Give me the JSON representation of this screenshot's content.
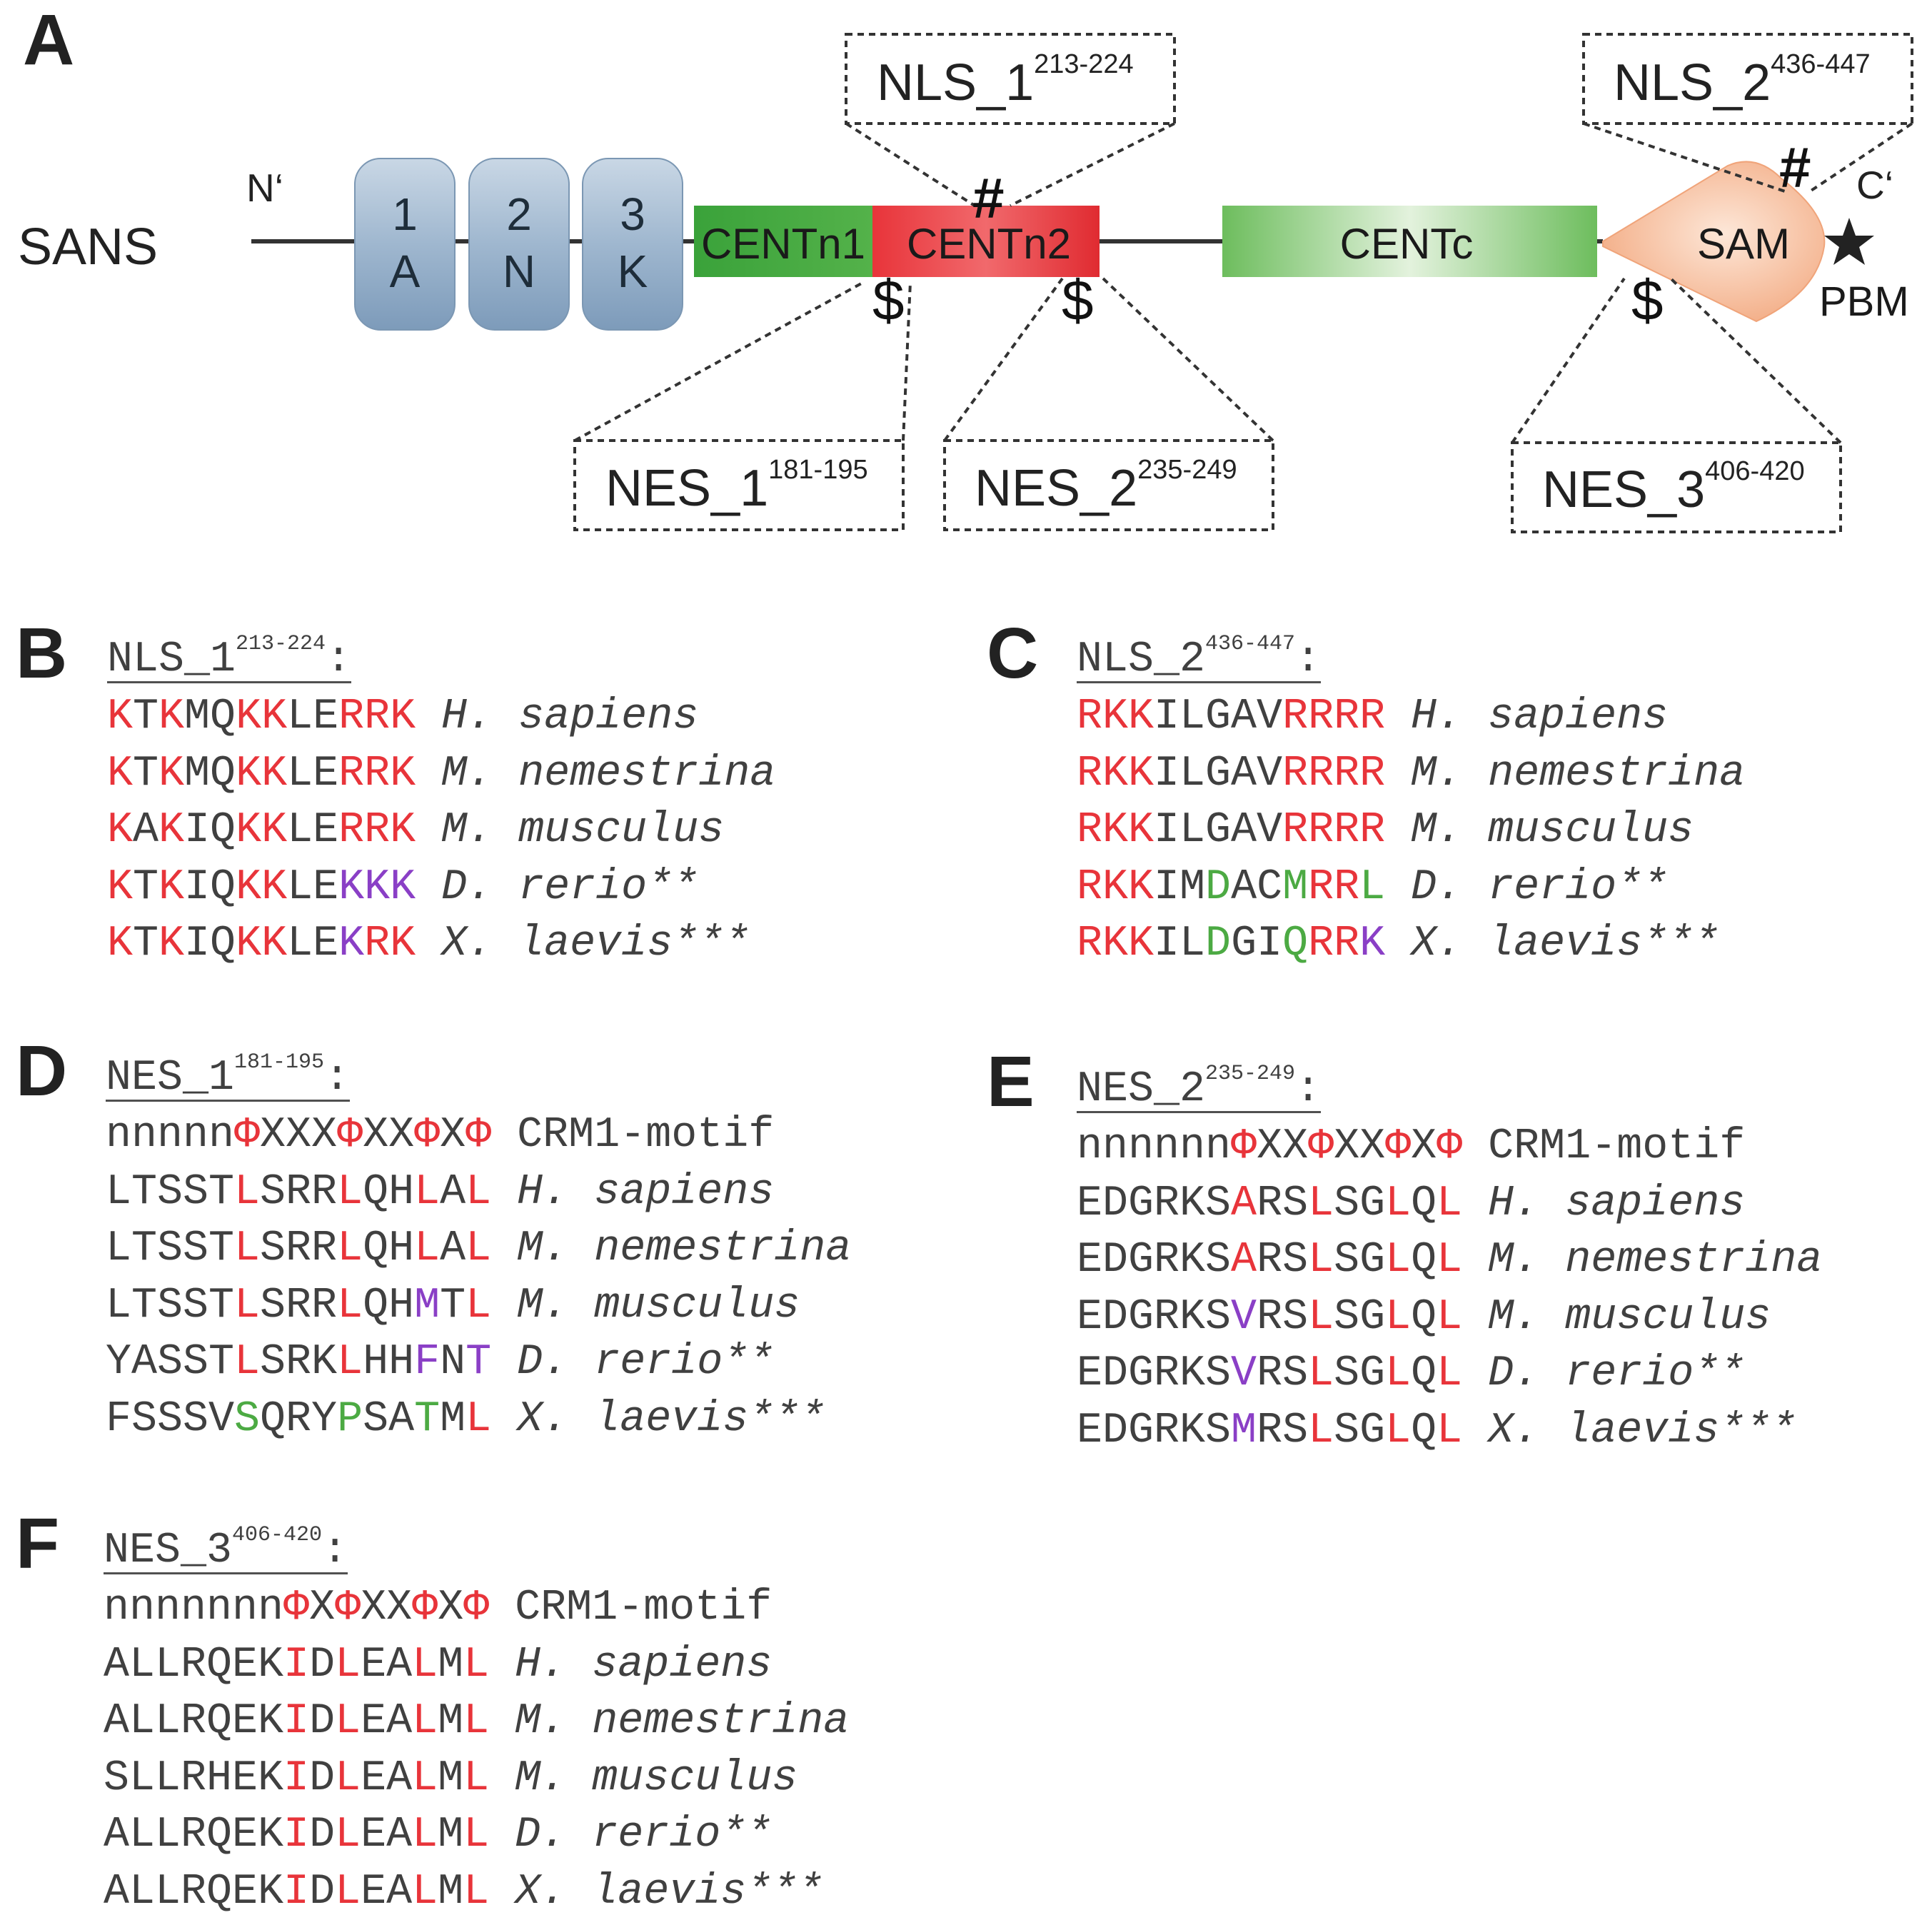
{
  "panelA": {
    "letter": "A",
    "protein_name": "SANS",
    "n_term": "N‘",
    "c_term": "C‘",
    "ankyrin": [
      {
        "num": "1",
        "letter": "A"
      },
      {
        "num": "2",
        "letter": "N"
      },
      {
        "num": "3",
        "letter": "K"
      }
    ],
    "centn1": "CENTn1",
    "centn2": "CENTn2",
    "centc": "CENTc",
    "sam": "SAM",
    "pbm": "PBM",
    "hash": "#",
    "dollar": "$",
    "callouts": {
      "nls1": {
        "name": "NLS_1",
        "range": "213-224"
      },
      "nls2": {
        "name": "NLS_2",
        "range": "436-447"
      },
      "nes1": {
        "name": "NES_1",
        "range": "181-195"
      },
      "nes2": {
        "name": "NES_2",
        "range": "235-249"
      },
      "nes3": {
        "name": "NES_3",
        "range": "406-420"
      }
    },
    "colors": {
      "ank": "#8aa6c1",
      "centn1": "#3ea53a",
      "centn2": "#e8343a",
      "centc": "#7cc46a",
      "sam": "#f5b48f"
    }
  },
  "panels": [
    {
      "id": "B",
      "letter": "B",
      "title": "NLS_1",
      "range": "213-224",
      "rows": [
        {
          "seq": [
            [
              "r",
              "K"
            ],
            [
              "k",
              "T"
            ],
            [
              "r",
              "K"
            ],
            [
              "k",
              "MQ"
            ],
            [
              "r",
              "KK"
            ],
            [
              "k",
              "LE"
            ],
            [
              "r",
              "RRK"
            ]
          ],
          "org": "H. sapiens"
        },
        {
          "seq": [
            [
              "r",
              "K"
            ],
            [
              "k",
              "T"
            ],
            [
              "r",
              "K"
            ],
            [
              "k",
              "MQ"
            ],
            [
              "r",
              "KK"
            ],
            [
              "k",
              "LE"
            ],
            [
              "r",
              "RRK"
            ]
          ],
          "org": "M. nemestrina"
        },
        {
          "seq": [
            [
              "r",
              "K"
            ],
            [
              "k",
              "A"
            ],
            [
              "r",
              "K"
            ],
            [
              "k",
              "IQ"
            ],
            [
              "r",
              "KK"
            ],
            [
              "k",
              "LE"
            ],
            [
              "r",
              "RRK"
            ]
          ],
          "org": "M. musculus"
        },
        {
          "seq": [
            [
              "r",
              "K"
            ],
            [
              "k",
              "T"
            ],
            [
              "r",
              "K"
            ],
            [
              "k",
              "IQ"
            ],
            [
              "r",
              "KK"
            ],
            [
              "k",
              "LE"
            ],
            [
              "p",
              "KKK"
            ]
          ],
          "org": "D. rerio**"
        },
        {
          "seq": [
            [
              "r",
              "K"
            ],
            [
              "k",
              "T"
            ],
            [
              "r",
              "K"
            ],
            [
              "k",
              "IQ"
            ],
            [
              "r",
              "KK"
            ],
            [
              "k",
              "LE"
            ],
            [
              "p",
              "K"
            ],
            [
              "r",
              "RK"
            ]
          ],
          "org": "X. laevis***"
        }
      ]
    },
    {
      "id": "C",
      "letter": "C",
      "title": "NLS_2",
      "range": "436-447",
      "rows": [
        {
          "seq": [
            [
              "r",
              "RKK"
            ],
            [
              "k",
              "ILGAV"
            ],
            [
              "r",
              "RRRR"
            ]
          ],
          "org": "H. sapiens"
        },
        {
          "seq": [
            [
              "r",
              "RKK"
            ],
            [
              "k",
              "ILGAV"
            ],
            [
              "r",
              "RRRR"
            ]
          ],
          "org": "M. nemestrina"
        },
        {
          "seq": [
            [
              "r",
              "RKK"
            ],
            [
              "k",
              "ILGAV"
            ],
            [
              "r",
              "RRRR"
            ]
          ],
          "org": "M. musculus"
        },
        {
          "seq": [
            [
              "r",
              "RKK"
            ],
            [
              "k",
              "IM"
            ],
            [
              "g",
              "D"
            ],
            [
              "k",
              "AC"
            ],
            [
              "g",
              "M"
            ],
            [
              "r",
              "RR"
            ],
            [
              "g",
              "L"
            ]
          ],
          "org": "D. rerio**"
        },
        {
          "seq": [
            [
              "r",
              "RKK"
            ],
            [
              "k",
              "IL"
            ],
            [
              "g",
              "D"
            ],
            [
              "k",
              "GI"
            ],
            [
              "g",
              "Q"
            ],
            [
              "r",
              "RR"
            ],
            [
              "p",
              "K"
            ]
          ],
          "org": "X. laevis***"
        }
      ]
    },
    {
      "id": "D",
      "letter": "D",
      "title": "NES_1",
      "range": "181-195",
      "rows": [
        {
          "seq": [
            [
              "k",
              "nnnnn"
            ],
            [
              "r",
              "Φ"
            ],
            [
              "k",
              "XXX"
            ],
            [
              "r",
              "Φ"
            ],
            [
              "k",
              "XX"
            ],
            [
              "r",
              "Φ"
            ],
            [
              "k",
              "X"
            ],
            [
              "r",
              "Φ"
            ]
          ],
          "org": "CRM1-motif",
          "plain": true
        },
        {
          "seq": [
            [
              "k",
              "LTSST"
            ],
            [
              "r",
              "L"
            ],
            [
              "k",
              "SRR"
            ],
            [
              "r",
              "L"
            ],
            [
              "k",
              "QH"
            ],
            [
              "r",
              "L"
            ],
            [
              "k",
              "A"
            ],
            [
              "r",
              "L"
            ]
          ],
          "org": "H. sapiens"
        },
        {
          "seq": [
            [
              "k",
              "LTSST"
            ],
            [
              "r",
              "L"
            ],
            [
              "k",
              "SRR"
            ],
            [
              "r",
              "L"
            ],
            [
              "k",
              "QH"
            ],
            [
              "r",
              "L"
            ],
            [
              "k",
              "A"
            ],
            [
              "r",
              "L"
            ]
          ],
          "org": "M. nemestrina"
        },
        {
          "seq": [
            [
              "k",
              "LTSST"
            ],
            [
              "r",
              "L"
            ],
            [
              "k",
              "SRR"
            ],
            [
              "r",
              "L"
            ],
            [
              "k",
              "QH"
            ],
            [
              "p",
              "M"
            ],
            [
              "k",
              "T"
            ],
            [
              "r",
              "L"
            ]
          ],
          "org": "M. musculus"
        },
        {
          "seq": [
            [
              "k",
              "YASST"
            ],
            [
              "r",
              "L"
            ],
            [
              "k",
              "SRK"
            ],
            [
              "r",
              "L"
            ],
            [
              "k",
              "HH"
            ],
            [
              "p",
              "F"
            ],
            [
              "k",
              "N"
            ],
            [
              "p",
              "T"
            ]
          ],
          "org": "D. rerio**"
        },
        {
          "seq": [
            [
              "k",
              "FSSSV"
            ],
            [
              "g",
              "S"
            ],
            [
              "k",
              "QRY"
            ],
            [
              "g",
              "P"
            ],
            [
              "k",
              "SA"
            ],
            [
              "g",
              "T"
            ],
            [
              "k",
              "M"
            ],
            [
              "r",
              "L"
            ]
          ],
          "org": "X. laevis***"
        }
      ]
    },
    {
      "id": "E",
      "letter": "E",
      "title": "NES_2",
      "range": "235-249",
      "rows": [
        {
          "seq": [
            [
              "k",
              "nnnnnn"
            ],
            [
              "r",
              "Φ"
            ],
            [
              "k",
              "XX"
            ],
            [
              "r",
              "Φ"
            ],
            [
              "k",
              "XX"
            ],
            [
              "r",
              "Φ"
            ],
            [
              "k",
              "X"
            ],
            [
              "r",
              "Φ"
            ]
          ],
          "org": "CRM1-motif",
          "plain": true
        },
        {
          "seq": [
            [
              "k",
              "EDGRKS"
            ],
            [
              "r",
              "A"
            ],
            [
              "k",
              "RS"
            ],
            [
              "r",
              "L"
            ],
            [
              "k",
              "SG"
            ],
            [
              "r",
              "L"
            ],
            [
              "k",
              "Q"
            ],
            [
              "r",
              "L"
            ]
          ],
          "org": "H. sapiens"
        },
        {
          "seq": [
            [
              "k",
              "EDGRKS"
            ],
            [
              "r",
              "A"
            ],
            [
              "k",
              "RS"
            ],
            [
              "r",
              "L"
            ],
            [
              "k",
              "SG"
            ],
            [
              "r",
              "L"
            ],
            [
              "k",
              "Q"
            ],
            [
              "r",
              "L"
            ]
          ],
          "org": "M. nemestrina"
        },
        {
          "seq": [
            [
              "k",
              "EDGRKS"
            ],
            [
              "p",
              "V"
            ],
            [
              "k",
              "RS"
            ],
            [
              "r",
              "L"
            ],
            [
              "k",
              "SG"
            ],
            [
              "r",
              "L"
            ],
            [
              "k",
              "Q"
            ],
            [
              "r",
              "L"
            ]
          ],
          "org": "M. musculus"
        },
        {
          "seq": [
            [
              "k",
              "EDGRKS"
            ],
            [
              "p",
              "V"
            ],
            [
              "k",
              "RS"
            ],
            [
              "r",
              "L"
            ],
            [
              "k",
              "SG"
            ],
            [
              "r",
              "L"
            ],
            [
              "k",
              "Q"
            ],
            [
              "r",
              "L"
            ]
          ],
          "org": "D. rerio**"
        },
        {
          "seq": [
            [
              "k",
              "EDGRKS"
            ],
            [
              "p",
              "M"
            ],
            [
              "k",
              "RS"
            ],
            [
              "r",
              "L"
            ],
            [
              "k",
              "SG"
            ],
            [
              "r",
              "L"
            ],
            [
              "k",
              "Q"
            ],
            [
              "r",
              "L"
            ]
          ],
          "org": "X. laevis***"
        }
      ]
    },
    {
      "id": "F",
      "letter": "F",
      "title": "NES_3",
      "range": "406-420",
      "rows": [
        {
          "seq": [
            [
              "k",
              "nnnnnnn"
            ],
            [
              "r",
              "Φ"
            ],
            [
              "k",
              "X"
            ],
            [
              "r",
              "Φ"
            ],
            [
              "k",
              "XX"
            ],
            [
              "r",
              "Φ"
            ],
            [
              "k",
              "X"
            ],
            [
              "r",
              "Φ"
            ]
          ],
          "org": "CRM1-motif",
          "plain": true
        },
        {
          "seq": [
            [
              "k",
              "ALLRQEK"
            ],
            [
              "r",
              "I"
            ],
            [
              "k",
              "D"
            ],
            [
              "r",
              "L"
            ],
            [
              "k",
              "EA"
            ],
            [
              "r",
              "L"
            ],
            [
              "k",
              "M"
            ],
            [
              "r",
              "L"
            ]
          ],
          "org": "H. sapiens"
        },
        {
          "seq": [
            [
              "k",
              "ALLRQEK"
            ],
            [
              "r",
              "I"
            ],
            [
              "k",
              "D"
            ],
            [
              "r",
              "L"
            ],
            [
              "k",
              "EA"
            ],
            [
              "r",
              "L"
            ],
            [
              "k",
              "M"
            ],
            [
              "r",
              "L"
            ]
          ],
          "org": "M. nemestrina"
        },
        {
          "seq": [
            [
              "k",
              "SLLRHEK"
            ],
            [
              "r",
              "I"
            ],
            [
              "k",
              "D"
            ],
            [
              "r",
              "L"
            ],
            [
              "k",
              "EA"
            ],
            [
              "r",
              "L"
            ],
            [
              "k",
              "M"
            ],
            [
              "r",
              "L"
            ]
          ],
          "org": "M. musculus"
        },
        {
          "seq": [
            [
              "k",
              "ALLRQEK"
            ],
            [
              "r",
              "I"
            ],
            [
              "k",
              "D"
            ],
            [
              "r",
              "L"
            ],
            [
              "k",
              "EA"
            ],
            [
              "r",
              "L"
            ],
            [
              "k",
              "M"
            ],
            [
              "r",
              "L"
            ]
          ],
          "org": "D. rerio**"
        },
        {
          "seq": [
            [
              "k",
              "ALLRQEK"
            ],
            [
              "r",
              "I"
            ],
            [
              "k",
              "D"
            ],
            [
              "r",
              "L"
            ],
            [
              "k",
              "EA"
            ],
            [
              "r",
              "L"
            ],
            [
              "k",
              "M"
            ],
            [
              "r",
              "L"
            ]
          ],
          "org": "X. laevis***"
        }
      ]
    }
  ]
}
